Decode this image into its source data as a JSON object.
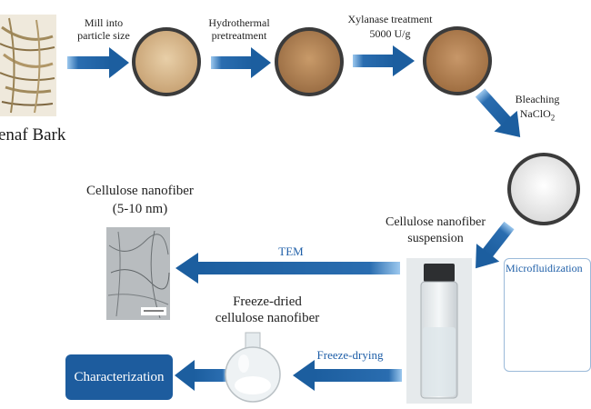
{
  "start": {
    "title": "enaf Bark"
  },
  "steps": {
    "mill": [
      "Mill into",
      "particle size"
    ],
    "hydrothermal": [
      "Hydrothermal",
      "pretreatment"
    ],
    "xylanase": [
      "Xylanase treatment",
      "5000 U/g"
    ],
    "bleaching": [
      "Bleaching",
      "NaClO"
    ],
    "bleaching_subscript": "2",
    "microfluidization": "Microfluidization",
    "suspension": [
      "Cellulose nanofiber",
      "suspension"
    ],
    "tem": "TEM",
    "cnf": [
      "Cellulose nanofiber",
      "(5-10 nm)"
    ],
    "freeze_dried": [
      "Freeze-dried",
      "cellulose nanofiber"
    ],
    "freeze_drying": "Freeze-drying",
    "characterization": "Characterization"
  },
  "colors": {
    "arrow": "#1c5e9f",
    "arrow_tail": "#7fb3e2",
    "accent_box": "#1d5c9e",
    "powder_light": "#d9b88d",
    "powder_dark": "#a97b4c",
    "white_powder": "#f2f2f2"
  }
}
